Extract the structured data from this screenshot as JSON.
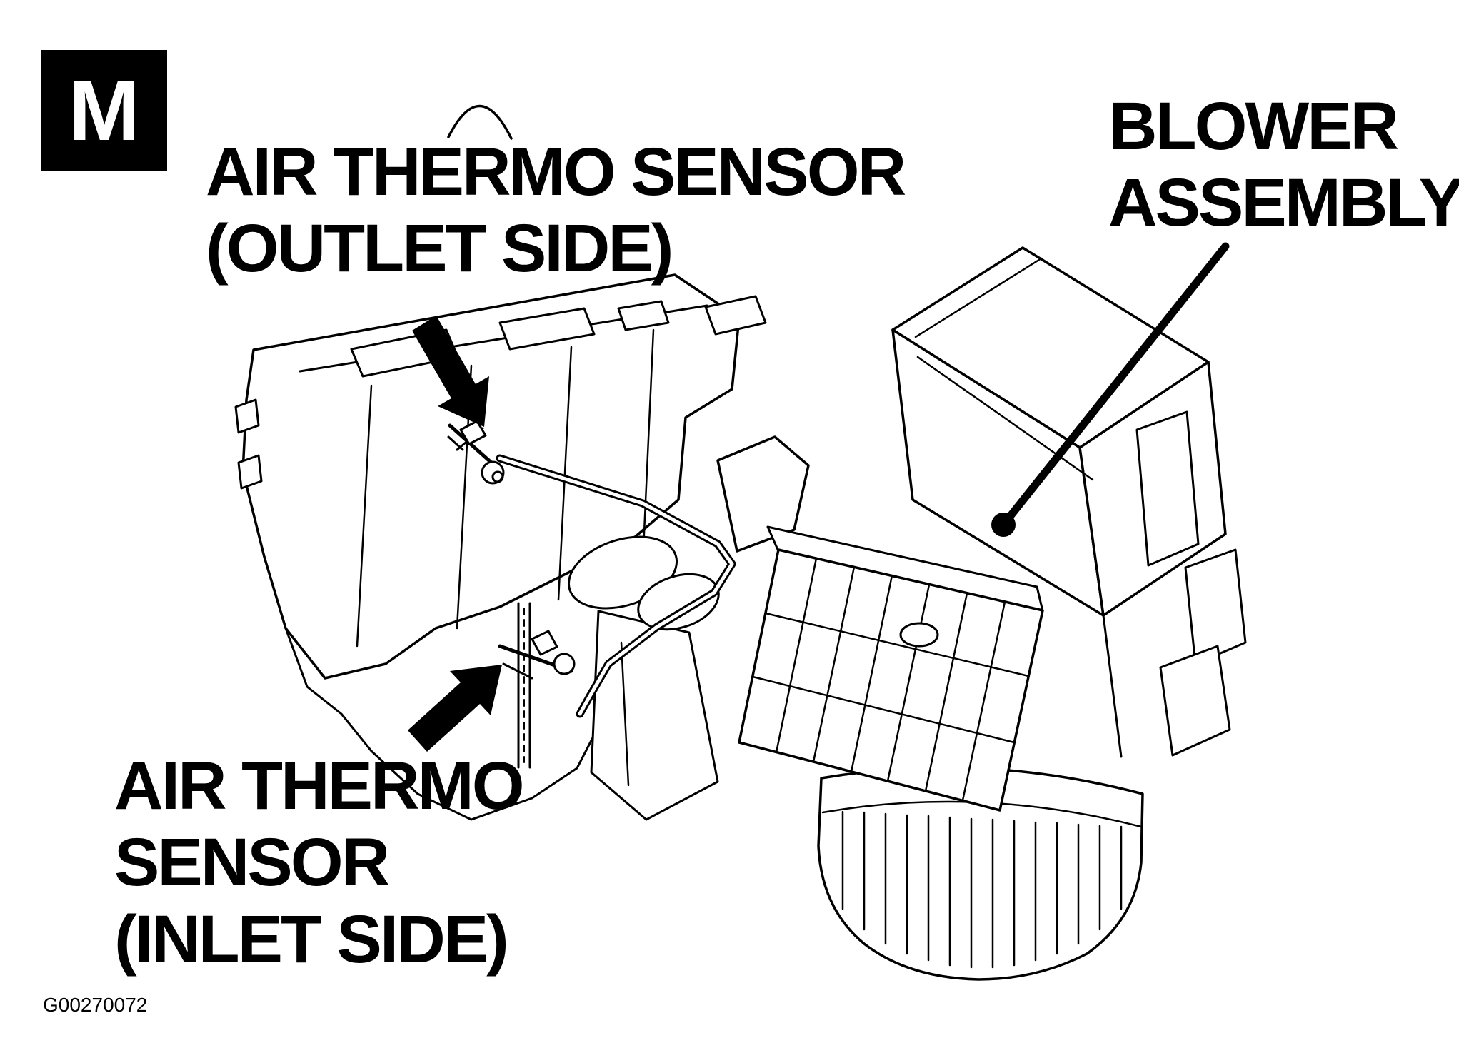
{
  "figure": {
    "section_letter": "M",
    "code": "G00270072"
  },
  "labels": {
    "outlet_sensor": {
      "line1": "AIR THERMO SENSOR",
      "line2": "(OUTLET SIDE)"
    },
    "blower_assembly": {
      "line1": "BLOWER",
      "line2": "ASSEMBLY"
    },
    "inlet_sensor": {
      "line1": "AIR THERMO",
      "line2": "SENSOR",
      "line3": "(INLET SIDE)"
    }
  },
  "colors": {
    "ink": "#000000",
    "paper": "#ffffff"
  }
}
